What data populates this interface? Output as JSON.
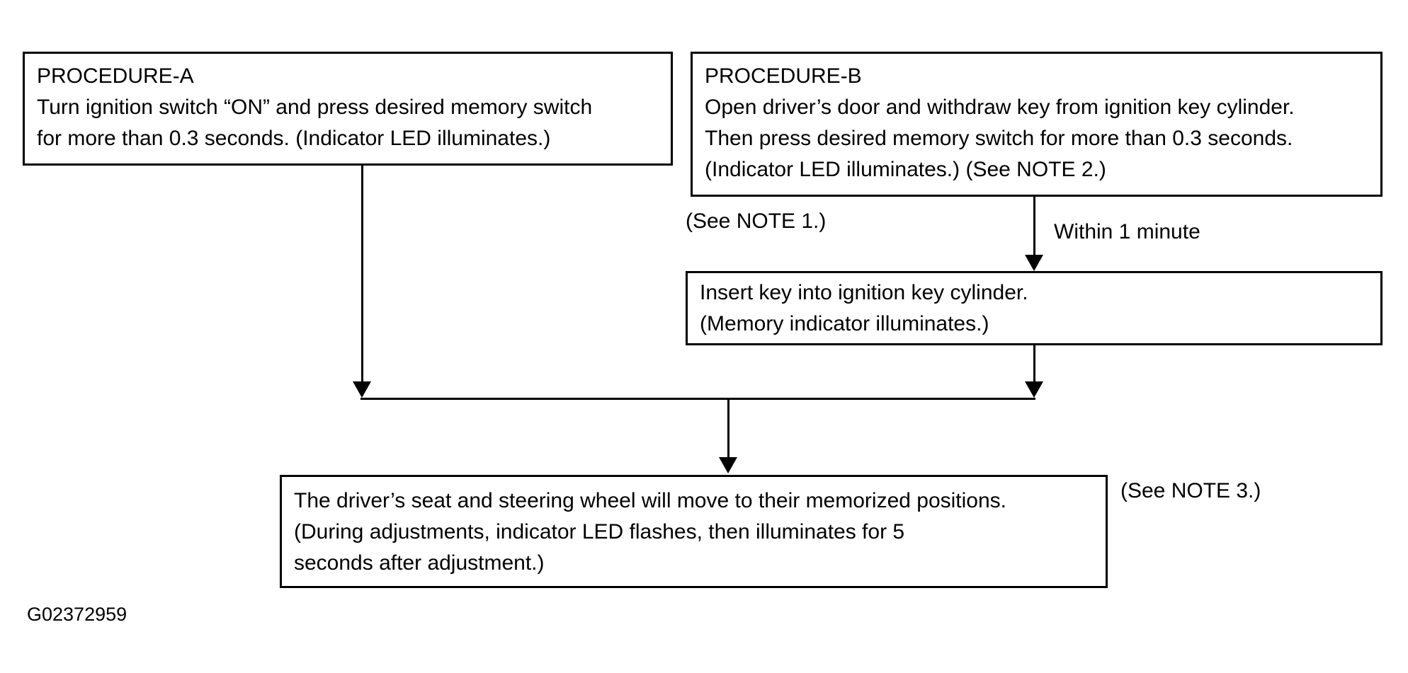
{
  "colors": {
    "ink": "#000000",
    "background": "#ffffff"
  },
  "procedure_a": {
    "lines": [
      "PROCEDURE-A",
      "Turn ignition switch “ON” and press desired memory switch",
      "for more than 0.3 seconds. (Indicator LED illuminates.)"
    ]
  },
  "procedure_b": {
    "lines": [
      "PROCEDURE-B",
      "Open driver’s door and withdraw key from ignition key cylinder.",
      "Then press desired memory switch for more than 0.3 seconds.",
      "(Indicator LED illuminates.) (See NOTE 2.)"
    ]
  },
  "insert_key": {
    "lines": [
      "Insert key into ignition key cylinder.",
      "(Memory indicator illuminates.)"
    ]
  },
  "result": {
    "lines": [
      "The driver’s seat and steering wheel will move to their memorized positions.",
      "(During adjustments, indicator LED flashes, then illuminates for 5",
      "seconds after adjustment.)"
    ]
  },
  "labels": {
    "see_note_1": "(See NOTE 1.)",
    "within_1_minute": "Within 1 minute",
    "see_note_3": "(See NOTE 3.)"
  },
  "figure_id": "G02372959"
}
